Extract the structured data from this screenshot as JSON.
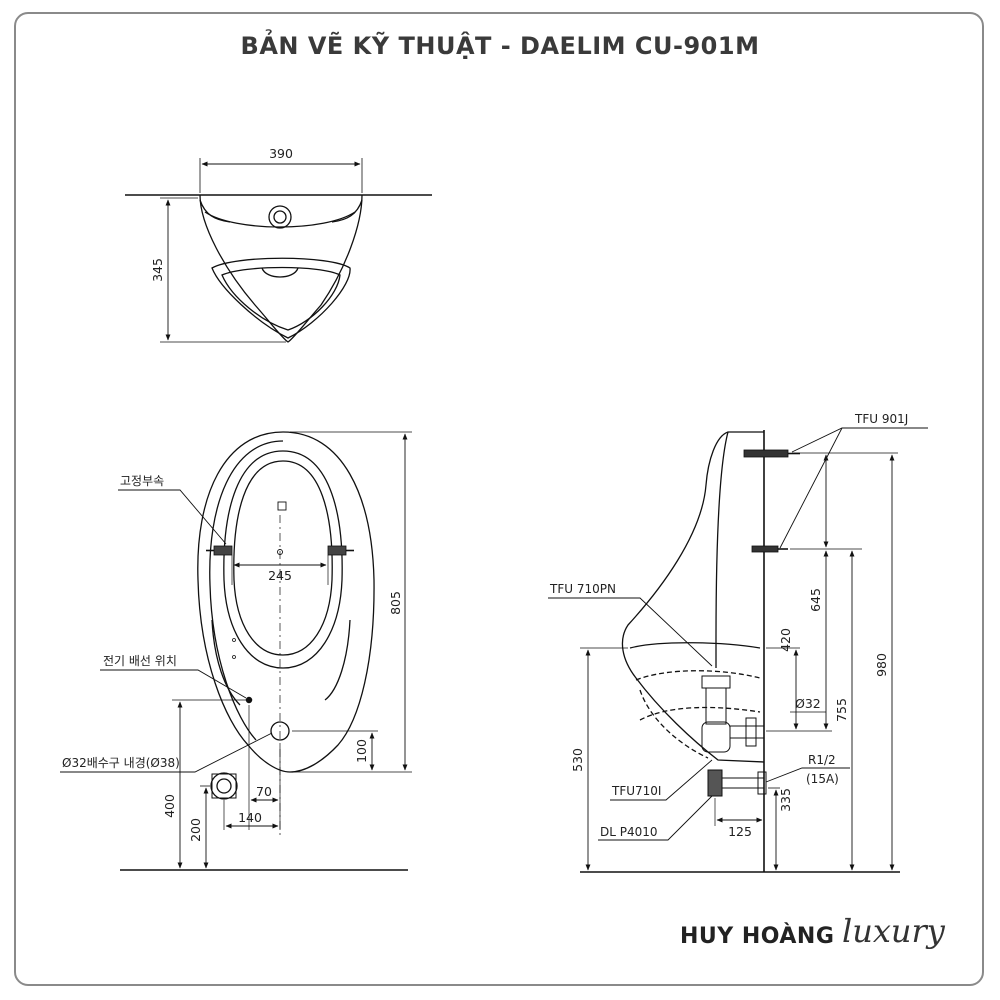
{
  "title": "BẢN VẼ KỸ THUẬT - DAELIM CU-901M",
  "brand": {
    "name": "HUY HOÀNG",
    "script": "luxury"
  },
  "top_view": {
    "width_dim": "390",
    "depth_dim": "345"
  },
  "front_view": {
    "label_fixture": "고정부속",
    "label_electric": "전기 배선 위치",
    "label_drain": "Ø32배수구 내경(Ø38)",
    "dim_245": "245",
    "dim_805": "805",
    "dim_100": "100",
    "dim_70": "70",
    "dim_140": "140",
    "dim_400": "400",
    "dim_200": "200"
  },
  "side_view": {
    "label_tfu901j": "TFU 901J",
    "label_tfu710pn": "TFU 710PN",
    "label_tfu710i": "TFU710I",
    "label_dlp4010": "DL P4010",
    "label_r12": "R1/2",
    "label_15a": "(15A)",
    "dim_645": "645",
    "dim_420": "420",
    "dim_o32": "Ø32",
    "dim_755": "755",
    "dim_980": "980",
    "dim_530": "530",
    "dim_335": "335",
    "dim_125": "125"
  }
}
